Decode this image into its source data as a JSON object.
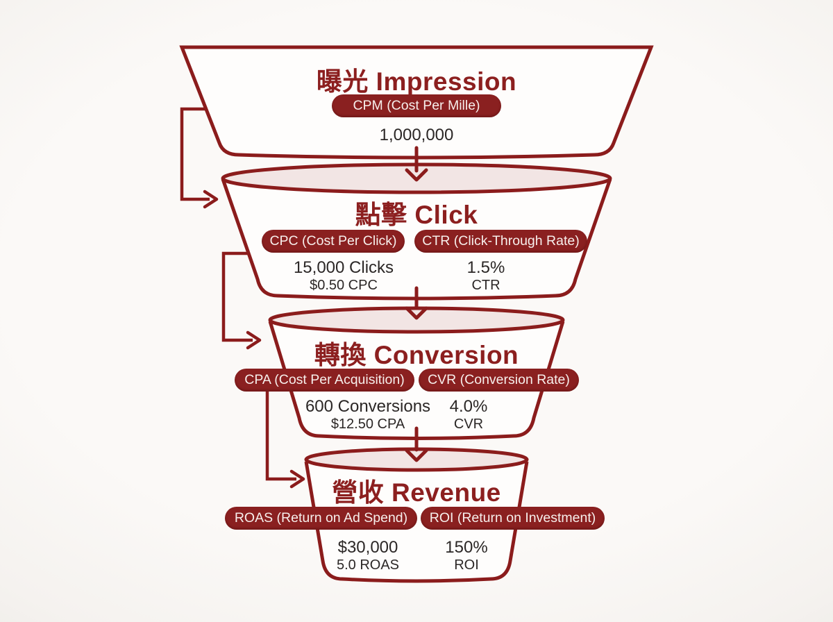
{
  "diagram": {
    "type": "marketing-funnel",
    "colors": {
      "outline": "#8b1c1c",
      "pill_background": "#8a2020",
      "pill_text": "#f7efec",
      "title_text": "#8c1f1f",
      "value_text": "#2b2726",
      "rim_fill": "#f2e5e4",
      "background": "#faf8f5"
    }
  },
  "funnel": {
    "stages": [
      {
        "title": "曝光 Impression",
        "pills": [
          "CPM (Cost Per Mille)"
        ],
        "metrics": [
          {
            "value": "1,000,000",
            "label": ""
          }
        ]
      },
      {
        "title": "點擊 Click",
        "pills": [
          "CPC (Cost Per Click)",
          "CTR (Click-Through Rate)"
        ],
        "metrics": [
          {
            "value": "15,000 Clicks",
            "label": "$0.50 CPC"
          },
          {
            "value": "1.5%",
            "label": "CTR"
          }
        ]
      },
      {
        "title": "轉換 Conversion",
        "pills": [
          "CPA (Cost Per Acquisition)",
          "CVR (Conversion Rate)"
        ],
        "metrics": [
          {
            "value": "600 Conversions",
            "label": "$12.50 CPA"
          },
          {
            "value": "4.0%",
            "label": "CVR"
          }
        ]
      },
      {
        "title": "營收 Revenue",
        "pills": [
          "ROAS (Return on Ad Spend)",
          "ROI (Return on Investment)"
        ],
        "metrics": [
          {
            "value": "$30,000",
            "label": "5.0 ROAS"
          },
          {
            "value": "150%",
            "label": "ROI"
          }
        ]
      }
    ]
  }
}
